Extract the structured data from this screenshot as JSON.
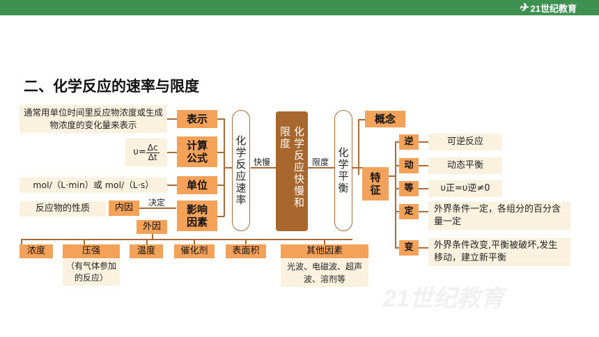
{
  "header": {
    "logo_text": "21世纪教育",
    "color": "#3f9152"
  },
  "title": "二、化学反应的速率与限度",
  "center": {
    "text": "化学反应快慢和限度"
  },
  "left_node": {
    "text": "化学反应速率"
  },
  "right_node": {
    "text": "化学平衡"
  },
  "arrows": {
    "left": "快慢",
    "right": "限度"
  },
  "left_branches": {
    "biaoshi": {
      "label": "表示",
      "desc": "通常用单位时间里反应物浓度或生成物浓度的变化量来表示"
    },
    "formula": {
      "label": "计算公式",
      "v": "υ=",
      "num": "Δc",
      "den": "Δt"
    },
    "unit": {
      "label": "单位",
      "desc": "mol/（L·min）或 mol/（L·s）"
    },
    "factors": {
      "label": "影响因素",
      "decide": "决定",
      "inner": "内因",
      "inner_desc": "反应物的性质",
      "outer": "外因"
    }
  },
  "outer_factors": [
    {
      "text": "浓度"
    },
    {
      "text": "压强",
      "note": "（有气体参加的反应）"
    },
    {
      "text": "温度"
    },
    {
      "text": "催化剂"
    },
    {
      "text": "表面积"
    },
    {
      "text": "其他因素",
      "note": "光波、电磁波、超声波、溶剂等"
    }
  ],
  "right_branches": {
    "concept": {
      "label": "概念"
    },
    "feature": {
      "label": "特征"
    },
    "items": [
      {
        "label": "逆",
        "desc": "可逆反应"
      },
      {
        "label": "动",
        "desc": "动态平衡"
      },
      {
        "label": "等",
        "desc": "υ正=υ逆≠0"
      },
      {
        "label": "定",
        "desc": "外界条件一定，各组分的百分含量一定"
      },
      {
        "label": "变",
        "desc": "外界条件改变,平衡被破坏,发生移动，建立新平衡"
      }
    ]
  },
  "colors": {
    "orange": "#f4a15a",
    "cream": "#fbf1df",
    "brown": "#a8672c"
  }
}
